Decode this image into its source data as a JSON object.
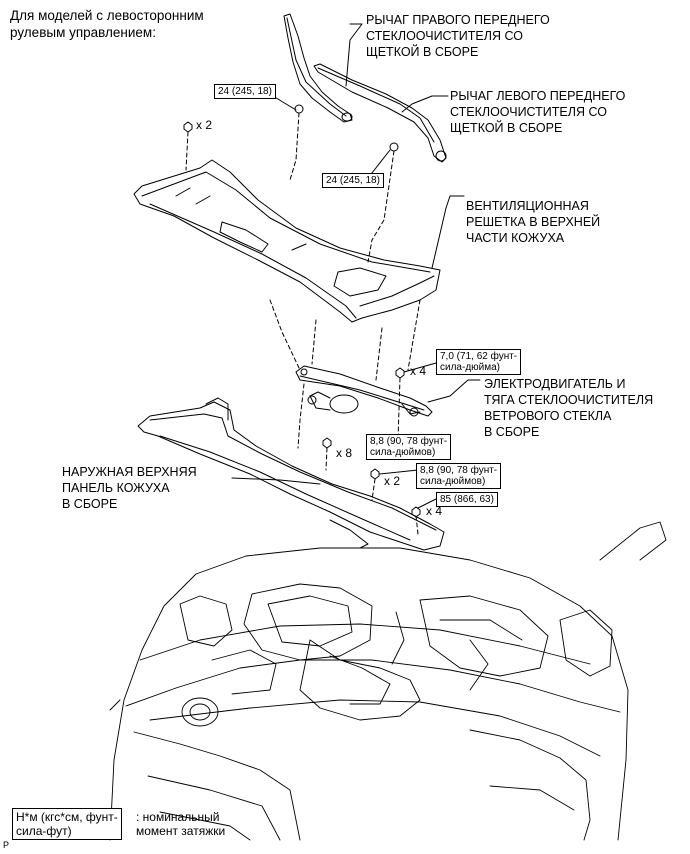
{
  "header": {
    "line1": "Для моделей с левосторонним",
    "line2": "рулевым управлением:"
  },
  "labels": {
    "right_arm": [
      "РЫЧАГ ПРАВОГО ПЕРЕДНЕГО",
      "СТЕКЛООЧИСТИТЕЛЯ СО",
      "ЩЕТКОЙ В СБОРЕ"
    ],
    "left_arm": [
      "РЫЧАГ ЛЕВОГО ПЕРЕДНЕГО",
      "СТЕКЛООЧИСТИТЕЛЯ СО",
      "ЩЕТКОЙ В СБОРЕ"
    ],
    "cowl_grille": [
      "ВЕНТИЛЯЦИОННАЯ",
      "РЕШЕТКА В ВЕРХНЕЙ",
      "ЧАСТИ КОЖУХА"
    ],
    "motor_link": [
      "ЭЛЕКТРОДВИГАТЕЛЬ И",
      "ТЯГА СТЕКЛООЧИСТИТЕЛЯ",
      "ВЕТРОВОГО СТЕКЛА",
      "В СБОРЕ"
    ],
    "cowl_panel": [
      "НАРУЖНАЯ ВЕРХНЯЯ",
      "ПАНЕЛЬ КОЖУХА",
      "В СБОРЕ"
    ]
  },
  "torques": {
    "t1": "24 (245, 18)",
    "t2": "24 (245, 18)",
    "t3": [
      "7,0 (71, 62 фунт-",
      "сила-дюйма)"
    ],
    "t4": [
      "8,8 (90, 78 фунт-",
      "сила-дюймов)"
    ],
    "t5": [
      "8,8 (90, 78 фунт-",
      "сила-дюймов)"
    ],
    "t6": "85 (866, 63)"
  },
  "quantities": {
    "q_nut_top": "x 2",
    "q_motor": "x 4",
    "q_bolt8": "x 8",
    "q_bolt2": "x 2",
    "q_bolt4": "x 4"
  },
  "legend": {
    "box": [
      "Н*м (кгс*см, фунт-",
      "сила-фут)"
    ],
    "text": [
      ": номинальный",
      "момент затяжки"
    ]
  },
  "page_mark": "P"
}
